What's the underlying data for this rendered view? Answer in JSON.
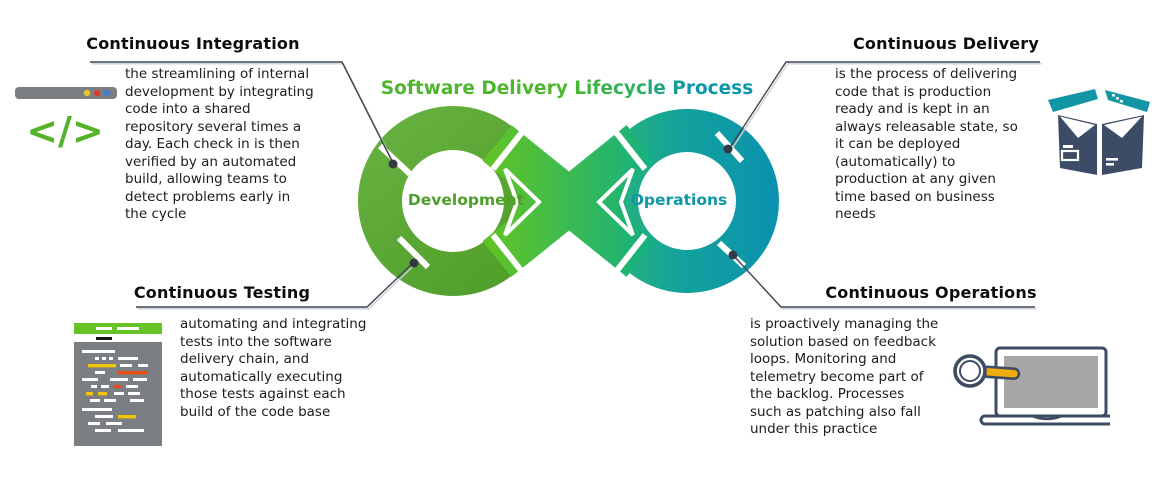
{
  "title": {
    "text": "Software Delivery Lifecycle Process"
  },
  "diagram": {
    "left_loop_label": "Development",
    "right_loop_label": "Operations",
    "colors": {
      "left_ring_green": "#57a733",
      "cross_green": "#5fc328",
      "right_ring_teal": "#0d96ab",
      "connector_navy": "#3e4654",
      "icon_navy": "#3d4c66",
      "icon_teal": "#1295a4",
      "icon_green": "#66c226",
      "icon_yellow": "#f2c500",
      "icon_orange": "#e84e0f",
      "icon_gray": "#7b7f83"
    }
  },
  "sections": {
    "integration": {
      "heading": "Continuous Integration",
      "body": "the streamlining of internal\ndevelopment by integrating\ncode into a shared\nrepository several times a\nday. Each check in is then\nverified by an automated\nbuild, allowing teams to\ndetect problems early in\nthe cycle",
      "icon": "code-browser-icon",
      "icon_glyph": "</>"
    },
    "delivery": {
      "heading": "Continuous Delivery",
      "body": "is the process of delivering\ncode that is production\nready and is kept in an\nalways releasable state, so\nit can be deployed\n(automatically) to\nproduction at any given\ntime based on business\nneeds",
      "icon": "open-box-icon"
    },
    "testing": {
      "heading": "Continuous Testing",
      "body": "automating and integrating\ntests into the software\ndelivery chain, and\nautomatically executing\nthose tests against each\nbuild of the code base",
      "icon": "code-editor-icon"
    },
    "operations": {
      "heading": "Continuous Operations",
      "body": "is proactively managing the\nsolution based on feedback\nloops. Monitoring and\ntelemetry become part of\nthe backlog. Processes\nsuch as patching also fall\nunder this practice",
      "icon": "laptop-monitor-icon"
    }
  }
}
